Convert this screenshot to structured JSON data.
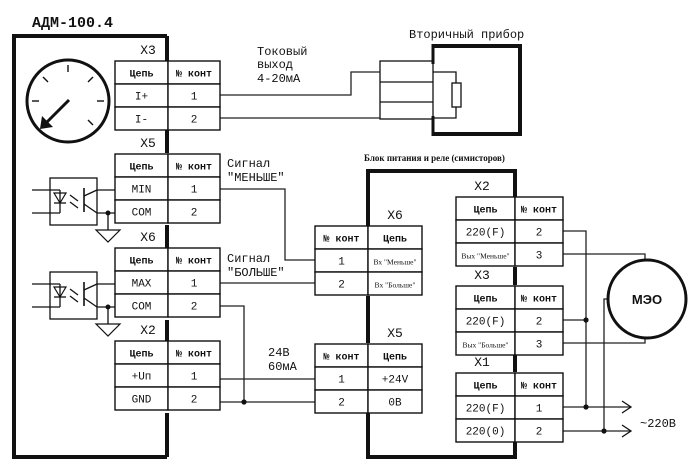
{
  "device_title": "АДМ-100.4",
  "secondary_device_label": "Вторичный прибор",
  "current_output_label": [
    "Токовый",
    "выход",
    "4-20мА"
  ],
  "signal_less_label": [
    "Сигнал",
    "\"МЕНЬШЕ\""
  ],
  "signal_more_label": [
    "Сигнал",
    "\"БОЛЬШЕ\""
  ],
  "power_label": [
    "24В",
    "60мА"
  ],
  "power_relay_block_label": "Блок питания и реле (симисторов)",
  "motor_label": "МЭО",
  "mains_label": "~220В",
  "icons": {
    "gauge": "gauge-icon",
    "optocoupler": "optocoupler-icon",
    "ground": "ground-icon",
    "resistor": "resistor-icon",
    "arrow": "arrow-right-icon"
  },
  "adm_connectors": [
    {
      "name": "X3",
      "headers": [
        "Цепь",
        "№ конт"
      ],
      "rows": [
        [
          "I+",
          "1"
        ],
        [
          "I-",
          "2"
        ]
      ]
    },
    {
      "name": "X5",
      "headers": [
        "Цепь",
        "№ конт"
      ],
      "rows": [
        [
          "MIN",
          "1"
        ],
        [
          "COM",
          "2"
        ]
      ]
    },
    {
      "name": "X6",
      "headers": [
        "Цепь",
        "№ конт"
      ],
      "rows": [
        [
          "MAX",
          "1"
        ],
        [
          "COM",
          "2"
        ]
      ]
    },
    {
      "name": "X2",
      "headers": [
        "Цепь",
        "№ конт"
      ],
      "rows": [
        [
          "+Uп",
          "1"
        ],
        [
          "GND",
          "2"
        ]
      ]
    }
  ],
  "block_connectors_left": [
    {
      "name": "X6",
      "headers": [
        "№ конт",
        "Цепь"
      ],
      "rows": [
        [
          "1",
          "Вх \"Меньше\""
        ],
        [
          "2",
          "Вх \"Больше\""
        ]
      ]
    },
    {
      "name": "X5",
      "headers": [
        "№ конт",
        "Цепь"
      ],
      "rows": [
        [
          "1",
          "+24V"
        ],
        [
          "2",
          "0В"
        ]
      ]
    }
  ],
  "block_connectors_right": [
    {
      "name": "X2",
      "headers": [
        "Цепь",
        "№ конт"
      ],
      "rows": [
        [
          "220(F)",
          "2"
        ],
        [
          "Вых \"Меньше\"",
          "3"
        ]
      ]
    },
    {
      "name": "X3",
      "headers": [
        "Цепь",
        "№ конт"
      ],
      "rows": [
        [
          "220(F)",
          "2"
        ],
        [
          "Вых \"Больше\"",
          "3"
        ]
      ]
    },
    {
      "name": "X1",
      "headers": [
        "Цепь",
        "№ конт"
      ],
      "rows": [
        [
          "220(F)",
          "1"
        ],
        [
          "220(0)",
          "2"
        ]
      ]
    }
  ]
}
